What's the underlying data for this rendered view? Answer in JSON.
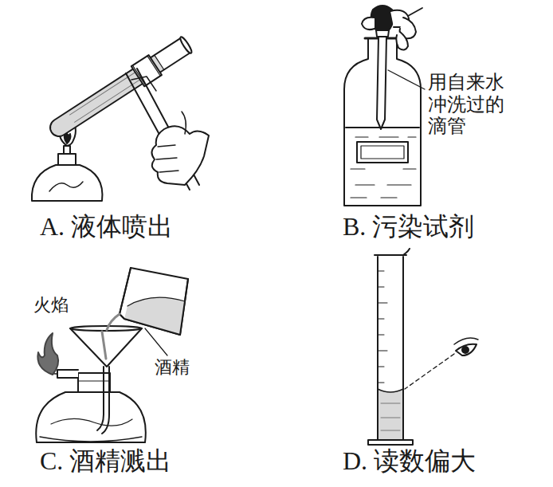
{
  "diagram": {
    "labels": [
      "A. 液体喷出",
      "用自来水冲洗过的滴管",
      "B. 污染试剂",
      "火焰",
      "酒精",
      "C. 酒精溅出",
      "D. 读数偏大"
    ]
  }
}
